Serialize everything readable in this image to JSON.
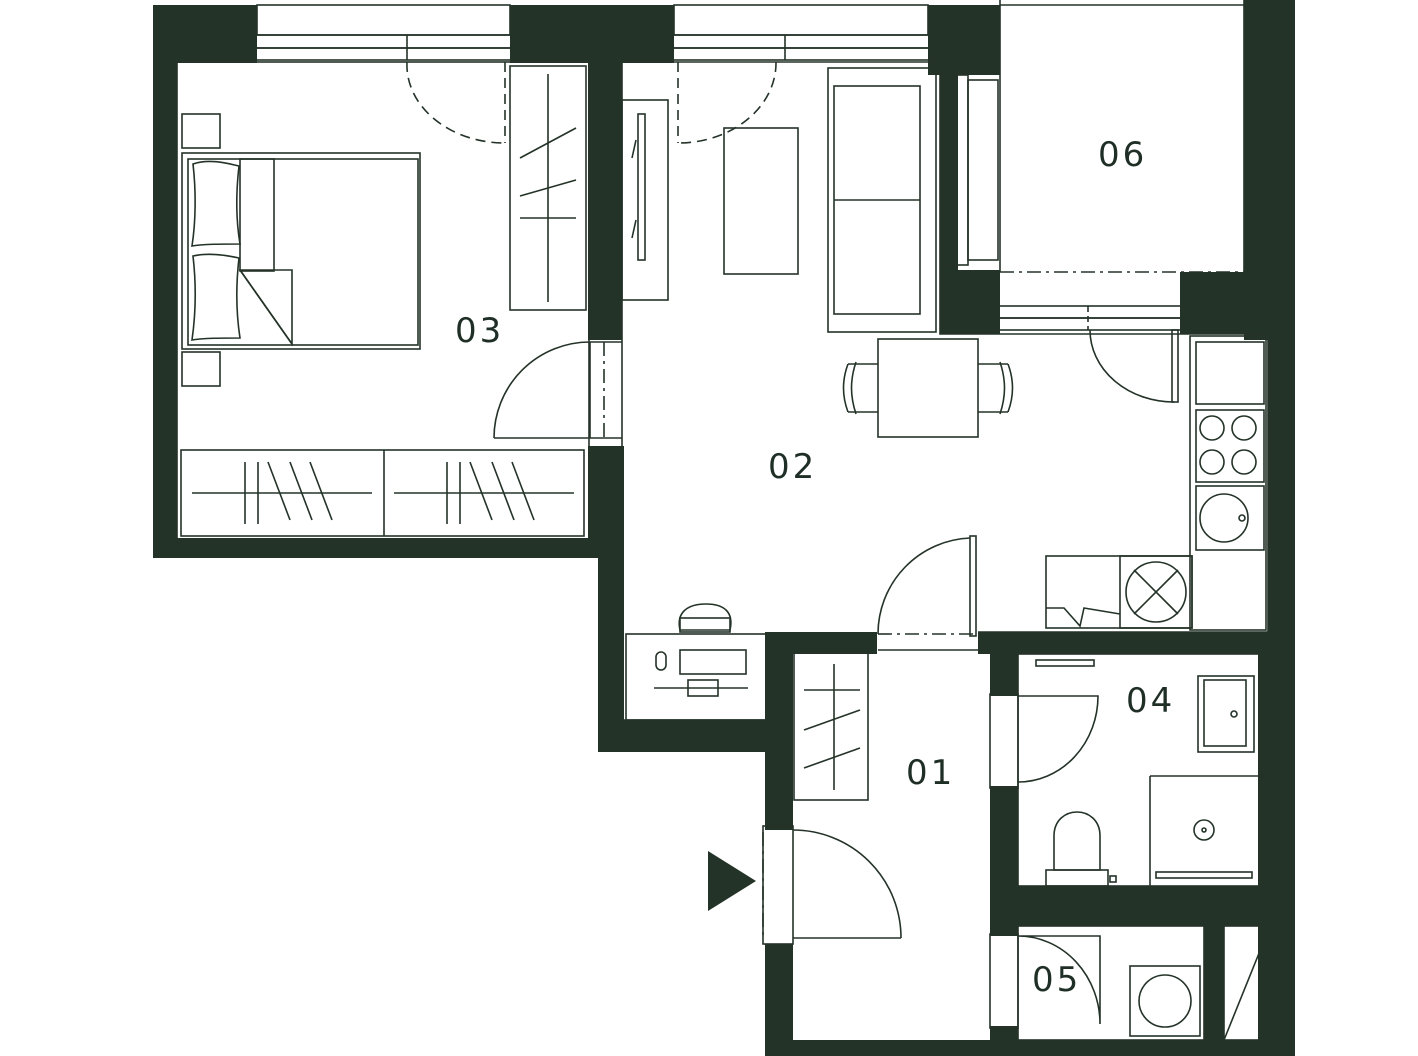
{
  "plan": {
    "wall_color": "#243328",
    "line_color": "#243328",
    "background": "#ffffff"
  },
  "rooms": [
    {
      "id": "r01",
      "label": "01"
    },
    {
      "id": "r02",
      "label": "02"
    },
    {
      "id": "r03",
      "label": "03"
    },
    {
      "id": "r04",
      "label": "04"
    },
    {
      "id": "r05",
      "label": "05"
    },
    {
      "id": "r06",
      "label": "06"
    }
  ],
  "icons": {
    "entrance": "entrance-arrow-icon"
  }
}
